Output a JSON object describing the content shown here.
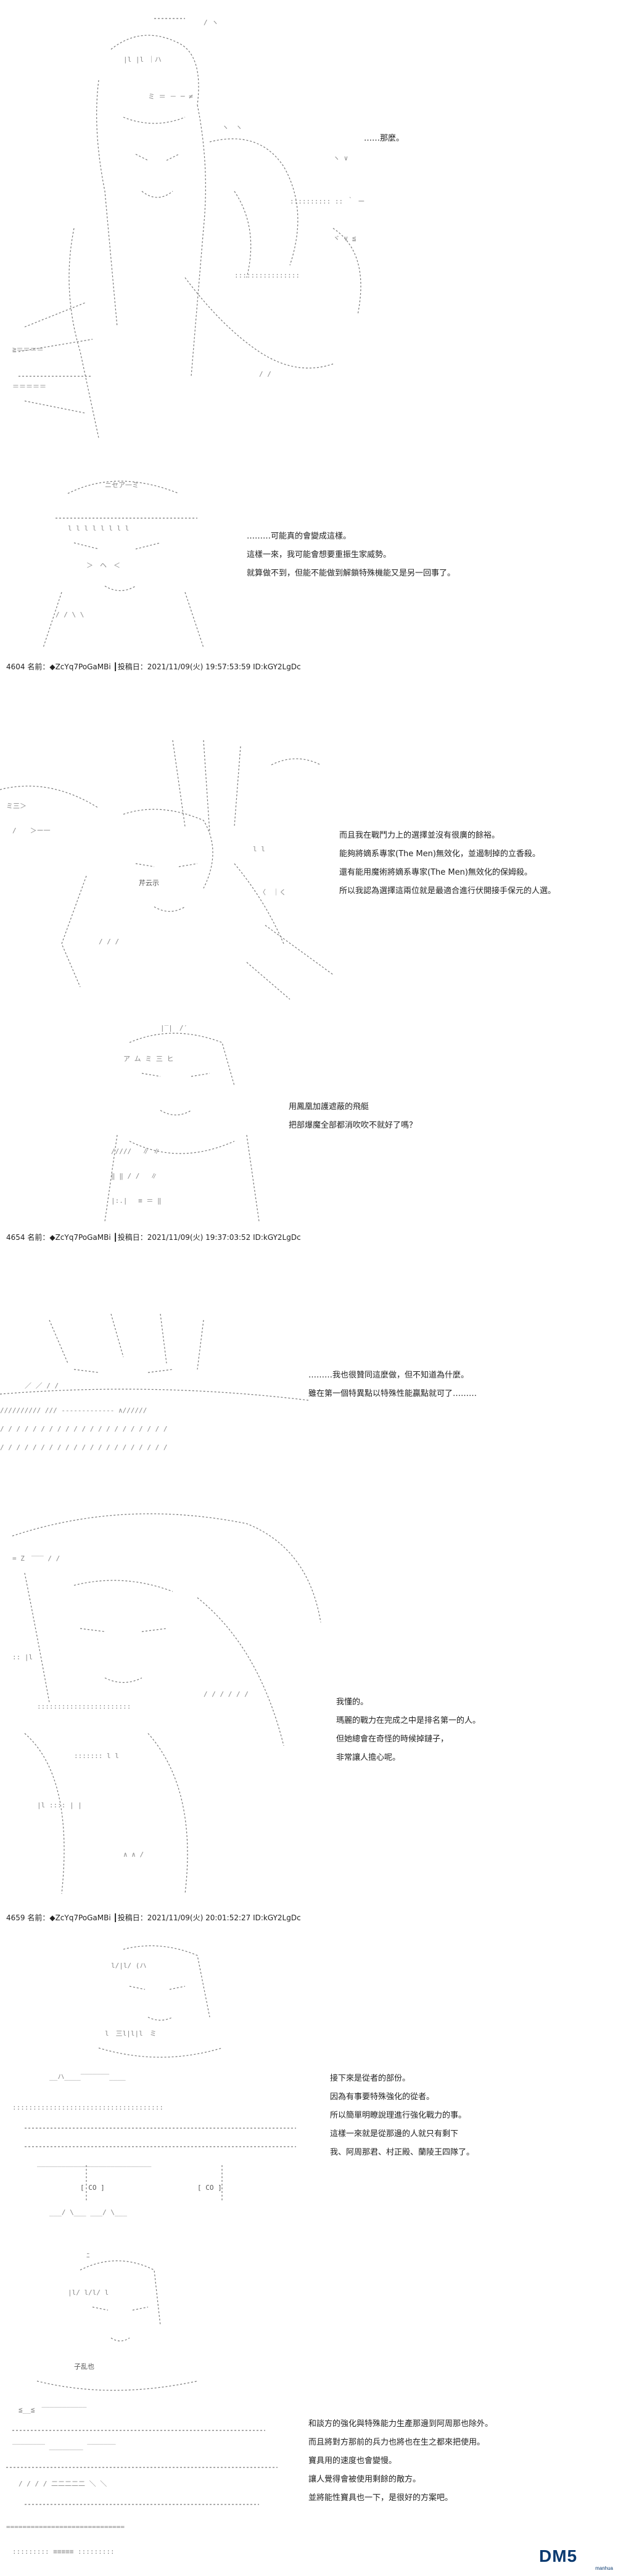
{
  "panels": [
    {
      "id": "p1",
      "lines": [
        "……那麼。"
      ]
    },
    {
      "id": "p2",
      "lines": [
        "………可能真的會變成這樣。",
        "這樣一來，我可能會想要重振生家威勢。",
        "就算做不到，但能不能做到解鎖特殊機能又是另一回事了。"
      ]
    },
    {
      "id": "p3",
      "lines": [
        "而且我在戰鬥力上的選擇並沒有很廣的餘裕。",
        "能夠將嫡系專家(The Men)無效化，並遏制掉的立香殺。",
        "還有能用魔術將嫡系專家(The Men)無效化的保姆殺。",
        "所以我認為選擇這兩位就是最適合進行伏開接手保元的人選。"
      ]
    },
    {
      "id": "p4",
      "lines": [
        "用鳳凰加護遮蔽的飛艇",
        "把部爆魔全部都消吹吹不就好了嗎？"
      ]
    },
    {
      "id": "p5",
      "lines": [
        "………我也很贊同這麼做，但不知道為什麼。",
        "雖在第一個特異點以特殊性能贏點就可了………"
      ]
    },
    {
      "id": "p6",
      "lines": [
        "我懂的。",
        "瑪麗的戰力在完成之中是排名第一的人。",
        "但她總會在奇怪的時候掉鏈子，",
        "非常讓人擔心呢。"
      ]
    },
    {
      "id": "p7",
      "lines": [
        "接下來是從者的部份。",
        "因為有事要特殊強化的從者。",
        "所以簡單明瞭說理進行強化戰力的事。",
        "這樣一來就是從那邊的人就只有剩下",
        "我、阿周那君、村正殿、蘭陵王四隊了。"
      ]
    },
    {
      "id": "p8",
      "lines": [
        "和談方的強化與特殊能力生產那邊到阿周那也除外。",
        "而且將對方那前的兵力也將也在生之都來把使用。",
        "寶具用的速度也會變慢。",
        "讓人覺得會被使用剩餘的敵方。",
        "並將能性寶具也一下，是很好的方案吧。"
      ]
    }
  ],
  "posts": [
    {
      "id": "post4604",
      "text": "4604 名前：◆ZcYq7PoGaMBi ┃投稿日：2021/11/09(火) 19:57:53:59 ID:kGY2LgDc"
    },
    {
      "id": "post4654",
      "text": "4654 名前：◆ZcYq7PoGaMBi ┃投稿日：2021/11/09(火) 19:37:03:52 ID:kGY2LgDc"
    },
    {
      "id": "post4659",
      "text": "4659 名前：◆ZcYq7PoGaMBi ┃投稿日：2021/11/09(火) 20:01:52:27 ID:kGY2LgDc"
    }
  ],
  "art_labels": {
    "p3_tag": "芹云示",
    "p7_sign1": "[ CO ]",
    "p7_sign2": "[ CO ]",
    "p8_tag": "子乱也"
  },
  "logo": {
    "text": "DM5",
    "sub": "manhua"
  },
  "colors": {
    "art_stroke": "#666666",
    "text": "#222222",
    "logo": "#0b3a70"
  }
}
